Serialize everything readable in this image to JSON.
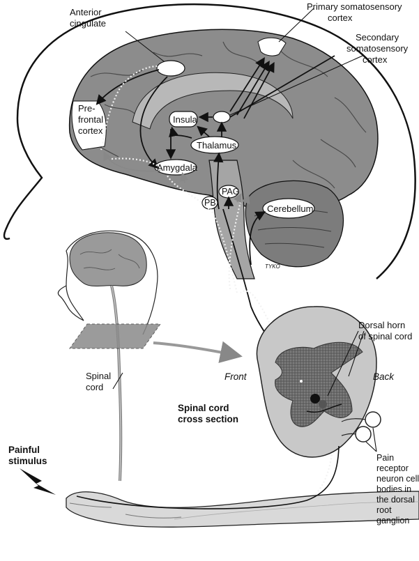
{
  "labels": {
    "anterior_cingulate": [
      "Anterior",
      "cingulate"
    ],
    "primary_somatosensory": [
      "Primary somatosensory",
      "cortex"
    ],
    "secondary_somatosensory": [
      "Secondary",
      "somatosensory",
      "cortex"
    ],
    "prefrontal": [
      "Pre-",
      "frontal",
      "cortex"
    ],
    "insula": "Insula",
    "thalamus": "Thalamus",
    "amygdala": "Amygdala",
    "pag": "PAG",
    "pb": "PB",
    "cerebellum": "Cerebellum",
    "spinal_cord": [
      "Spinal",
      "cord"
    ],
    "dorsal_horn": [
      "Dorsal horn",
      "of spinal cord"
    ],
    "front": "Front",
    "back": "Back",
    "cross_section": [
      "Spinal cord",
      "cross section"
    ],
    "painful_stimulus": [
      "Painful",
      "stimulus"
    ],
    "pain_receptor": [
      "Pain",
      "receptor",
      "neuron cell",
      "bodies in",
      "the dorsal",
      "root",
      "ganglion"
    ],
    "signature": "TYKO"
  },
  "colors": {
    "line": "#111111",
    "brain_fill": "#8c8c8c",
    "brain_dark": "#5e5e5e",
    "cord_fill": "#c8c8c8",
    "gray_matter": "#6e6e6e",
    "arrow_gray": "#9a9a9a",
    "node_fill": "#ffffff"
  }
}
